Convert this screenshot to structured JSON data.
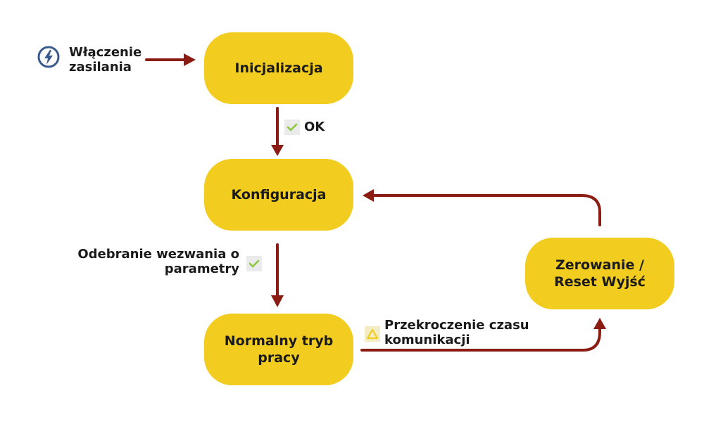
{
  "start": {
    "icon": "power-bolt-icon",
    "label_line1": "Włączenie",
    "label_line2": "zasilania"
  },
  "nodes": {
    "init": "Inicjalizacja",
    "config": "Konfiguracja",
    "normal_line1": "Normalny tryb",
    "normal_line2": "pracy",
    "reset_line1": "Zerowanie /",
    "reset_line2": "Reset Wyjść"
  },
  "transitions": {
    "ok": {
      "label": "OK",
      "icon": "check-icon"
    },
    "params": {
      "line1": "Odebranie wezwania o",
      "line2": "parametry",
      "icon": "check-icon"
    },
    "timeout": {
      "line1": "Przekroczenie czasu",
      "line2": "komunikacji",
      "icon": "warning-triangle-icon"
    }
  },
  "colors": {
    "node_fill": "#f2cd1f",
    "arrow": "#8b1c13",
    "check": "#8cc63f",
    "warning": "#f2cd1f",
    "power_icon": "#3a5a8c"
  }
}
